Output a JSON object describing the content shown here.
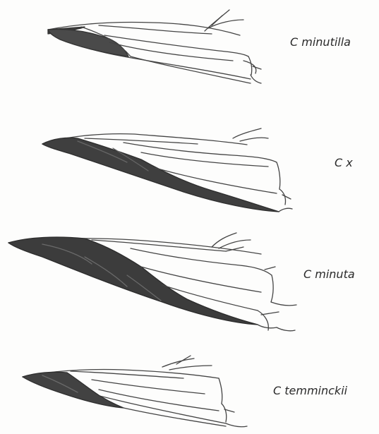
{
  "figure": {
    "labels": [
      {
        "name": "C minutilla"
      },
      {
        "name": "C x"
      },
      {
        "name": "C minuta"
      },
      {
        "name": "C temminckii"
      }
    ],
    "colors": {
      "outline": "#3a3a3a",
      "dark_fill": "#3d3d3d",
      "mid_fill": "#5a5a5a",
      "background": "#fdfdfc"
    }
  }
}
